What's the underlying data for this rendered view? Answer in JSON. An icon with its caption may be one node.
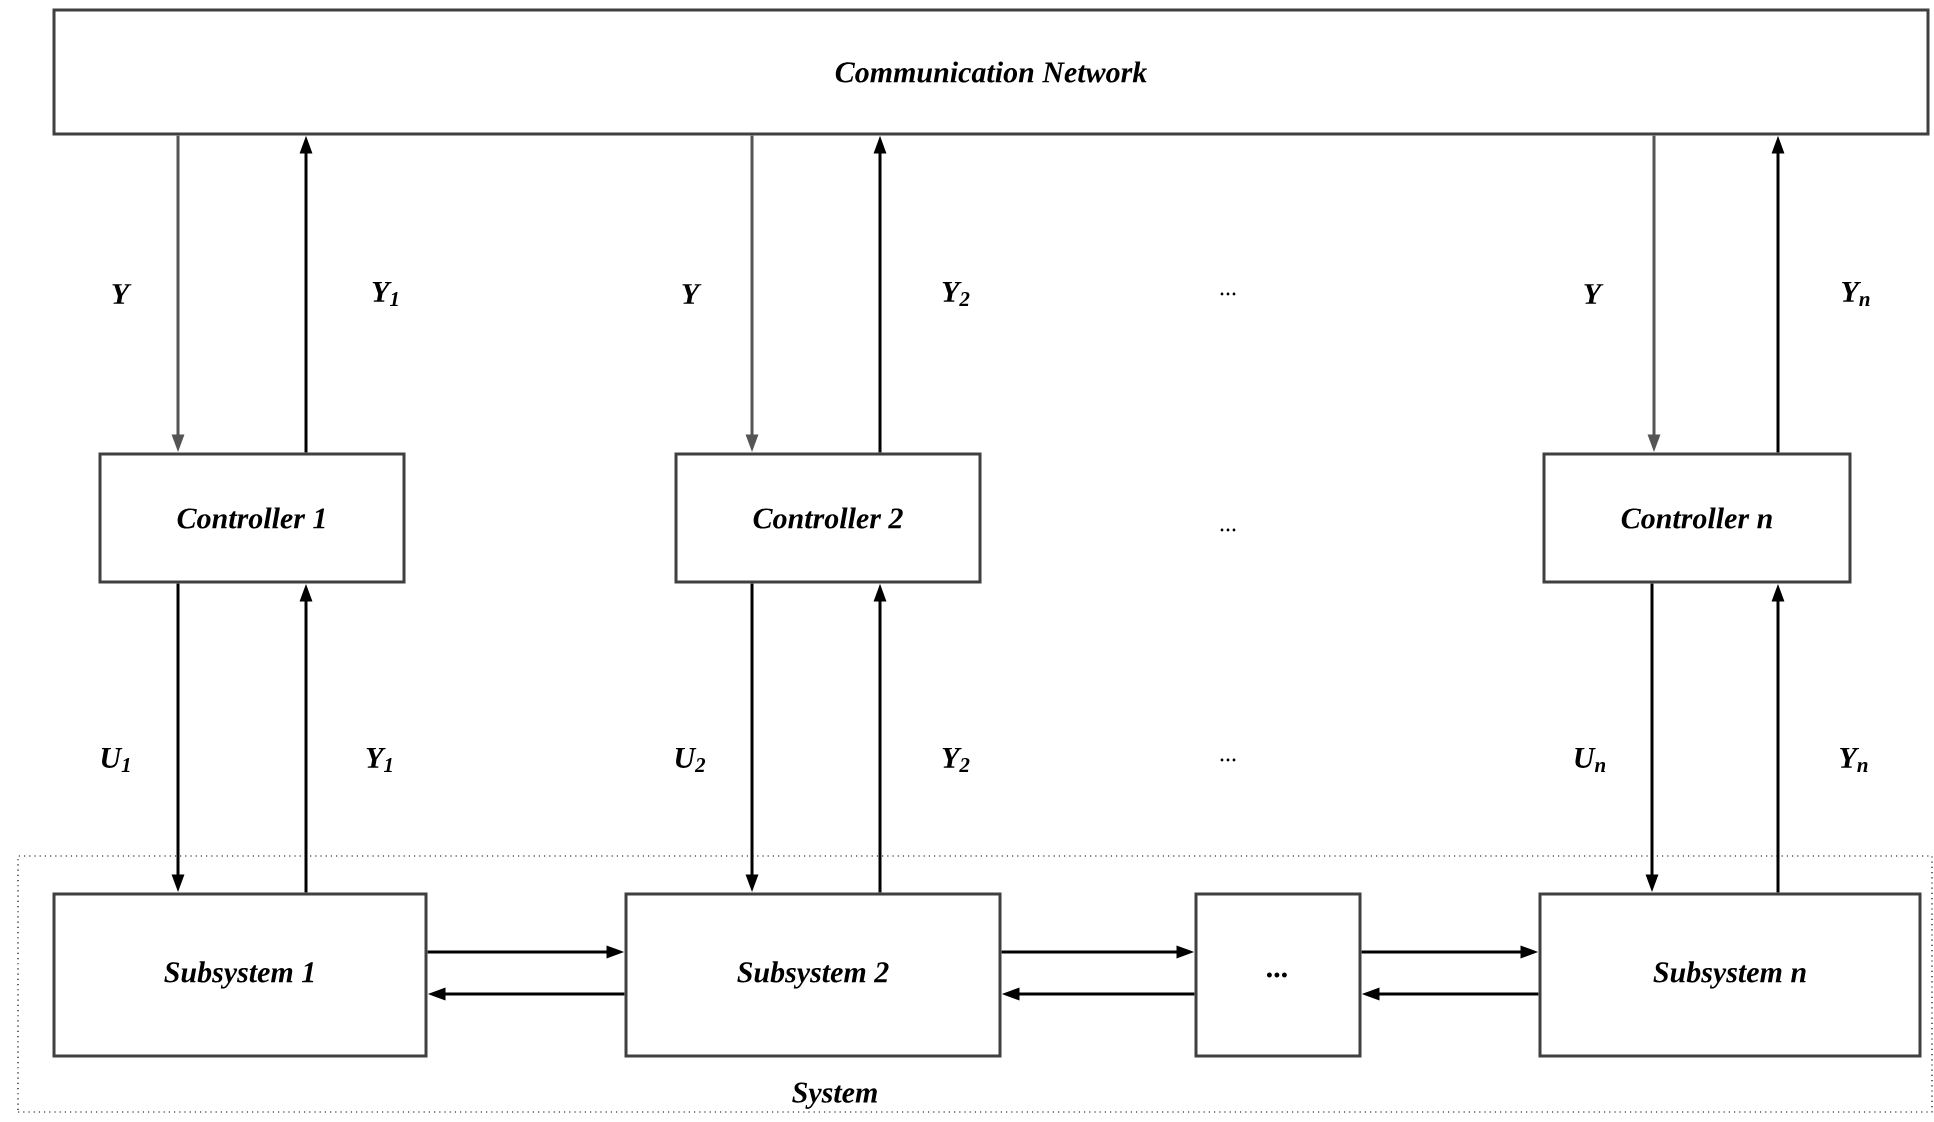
{
  "diagram": {
    "nodes": [
      {
        "text": [
          "Communication Network"
        ]
      },
      {
        "text": [
          "Controller 1"
        ]
      },
      {
        "text": [
          "Controller 2"
        ]
      },
      {
        "text": [
          "Controller n"
        ]
      },
      {
        "text": [
          "System"
        ]
      },
      {
        "text": [
          "Subsystem 1"
        ],
        "in": 4
      },
      {
        "text": [
          "Subsystem 2"
        ],
        "in": 4
      },
      {
        "text": [
          "..."
        ],
        "in": 4
      },
      {
        "text": [
          "Subsystem n"
        ],
        "in": 4
      }
    ],
    "edges": [
      {
        "from": 0,
        "to": 1,
        "arrow": "to",
        "label": "Y",
        "color": "#555555"
      },
      {
        "from": 1,
        "to": 0,
        "arrow": "to",
        "label": "Y$_{1}$"
      },
      {
        "from": 0,
        "to": 2,
        "arrow": "to",
        "label": "Y",
        "color": "#555555"
      },
      {
        "from": 2,
        "to": 0,
        "arrow": "to",
        "label": "Y$_{2}$"
      },
      {
        "from": 0,
        "to": 3,
        "arrow": "to",
        "label": "Y",
        "color": "#555555"
      },
      {
        "from": 3,
        "to": 0,
        "arrow": "to",
        "label": "Y$_{n}$"
      },
      {
        "from": 1,
        "to": 5,
        "arrow": "to",
        "label": "U$_{1}$"
      },
      {
        "from": 5,
        "to": 1,
        "arrow": "to",
        "label": "Y$_{1}$"
      },
      {
        "from": 2,
        "to": 6,
        "arrow": "to",
        "label": "U$_{2}$"
      },
      {
        "from": 6,
        "to": 2,
        "arrow": "to",
        "label": "Y$_{2}$"
      },
      {
        "from": 3,
        "to": 8,
        "arrow": "to",
        "label": "U$_{n}$"
      },
      {
        "from": 8,
        "to": 3,
        "arrow": "to",
        "label": "Y$_{n}$"
      },
      {
        "from": 5,
        "to": 6,
        "arrow": "to"
      },
      {
        "from": 6,
        "to": 5,
        "arrow": "to"
      },
      {
        "from": 6,
        "to": 7,
        "arrow": "to"
      },
      {
        "from": 7,
        "to": 6,
        "arrow": "to"
      },
      {
        "from": 7,
        "to": 8,
        "arrow": "to"
      },
      {
        "from": 8,
        "to": 7,
        "arrow": "to"
      }
    ],
    "labels": [
      "...",
      "...",
      "..."
    ]
  }
}
